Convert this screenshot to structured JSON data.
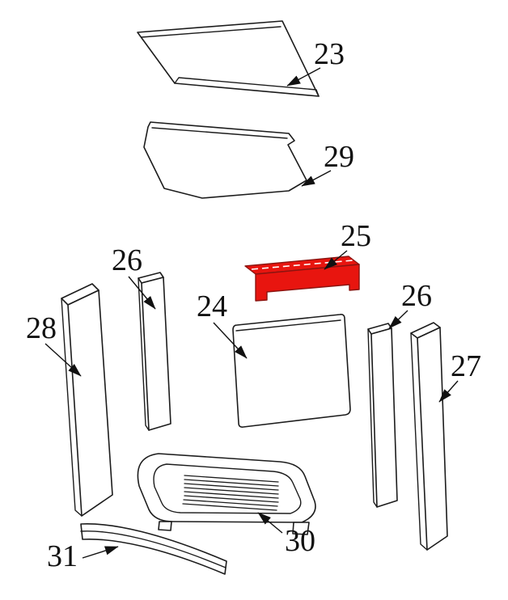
{
  "diagram": {
    "background_color": "#ffffff",
    "line_color": "#1c1c1c",
    "label_color": "#111111",
    "highlight_color": "#e8150f",
    "highlight_outline_color": "#8b1410",
    "labels": {
      "part23": "23",
      "part29": "29",
      "part25": "25",
      "part26_left": "26",
      "part24": "24",
      "part26_right": "26",
      "part28": "28",
      "part27": "27",
      "part30": "30",
      "part31": "31"
    }
  }
}
